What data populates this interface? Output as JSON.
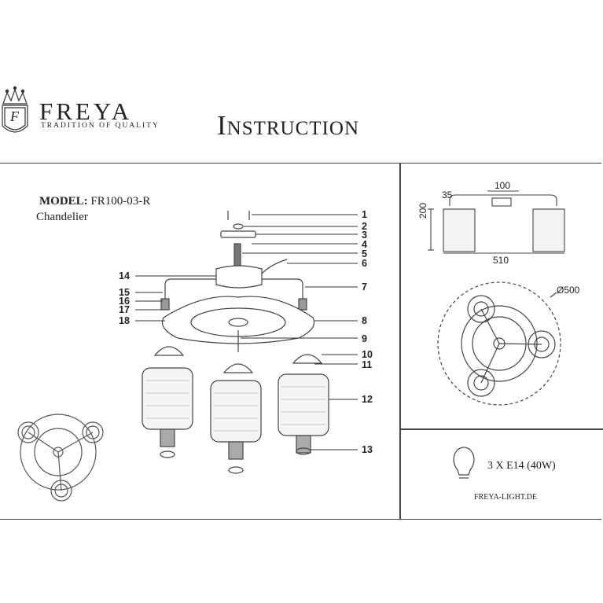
{
  "brand": {
    "name": "FREYA",
    "tagline": "TRADITION OF QUALITY",
    "logo_letter": "F"
  },
  "title": "Instruction",
  "model": {
    "label": "MODEL:",
    "code": "FR100-03-R",
    "type": "Chandelier"
  },
  "callouts": [
    "1",
    "2",
    "3",
    "4",
    "5",
    "6",
    "7",
    "8",
    "9",
    "10",
    "11",
    "12",
    "13",
    "14",
    "15",
    "16",
    "17",
    "18"
  ],
  "dimensions": {
    "height": "200",
    "width": "510",
    "spacing": "100",
    "offset": "35",
    "diameter": "Ø500"
  },
  "spec": "3 X E14 (40W)",
  "site": "FREYA-LIGHT.DE",
  "icons": {
    "crown": "crown-icon",
    "shield": "shield-logo-icon",
    "bulb": "bulb-icon"
  }
}
